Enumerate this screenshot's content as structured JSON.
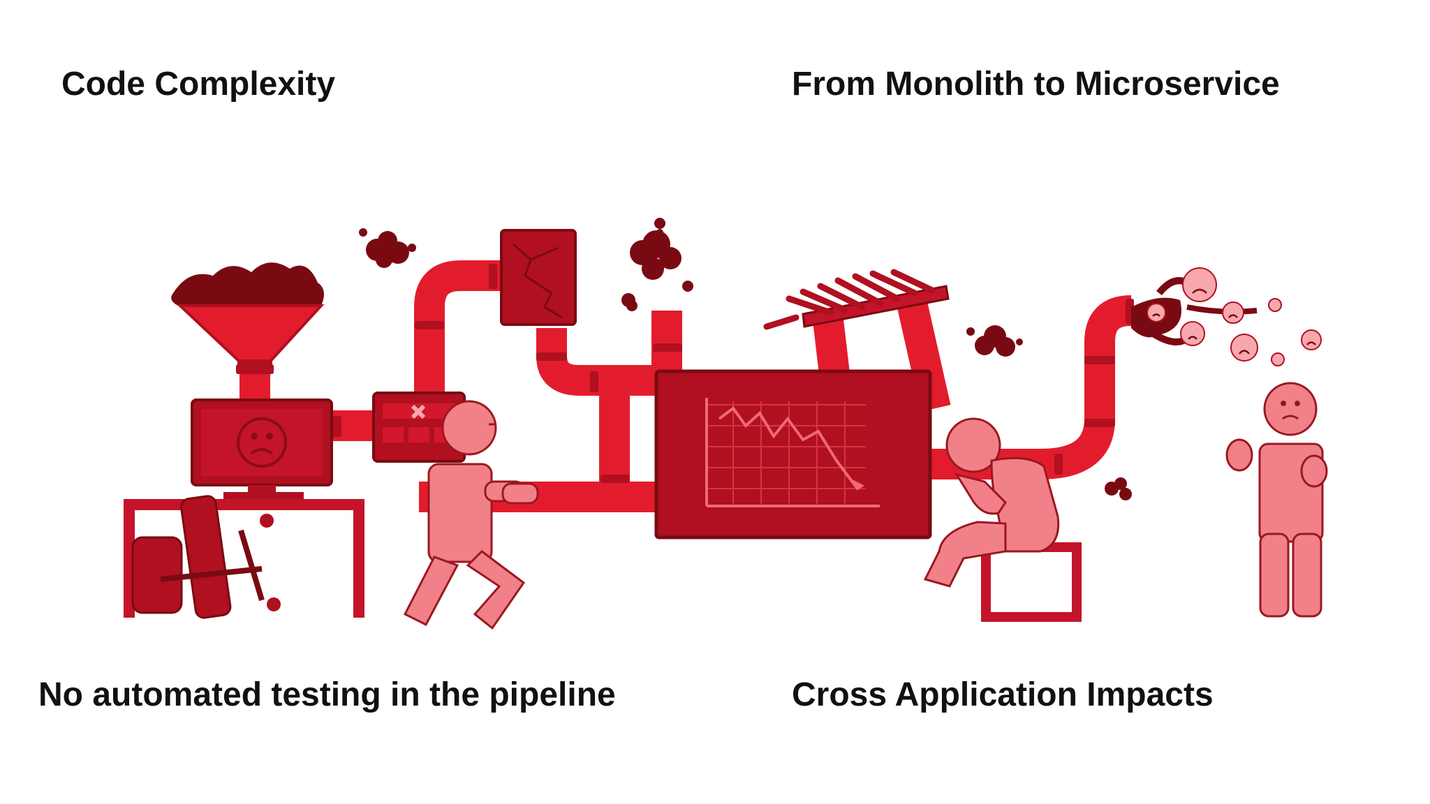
{
  "labels": {
    "top_left": "Code Complexity",
    "top_right": "From Monolith to Microservice",
    "bottom_left": "No automated testing in the pipeline",
    "bottom_right": "Cross Application Impacts"
  },
  "colors": {
    "pipe_red": "#e31c2d",
    "dark_red": "#b01020",
    "deep_red": "#7a0a12",
    "person_pink": "#f28088",
    "face_pink": "#f7a8ae"
  }
}
